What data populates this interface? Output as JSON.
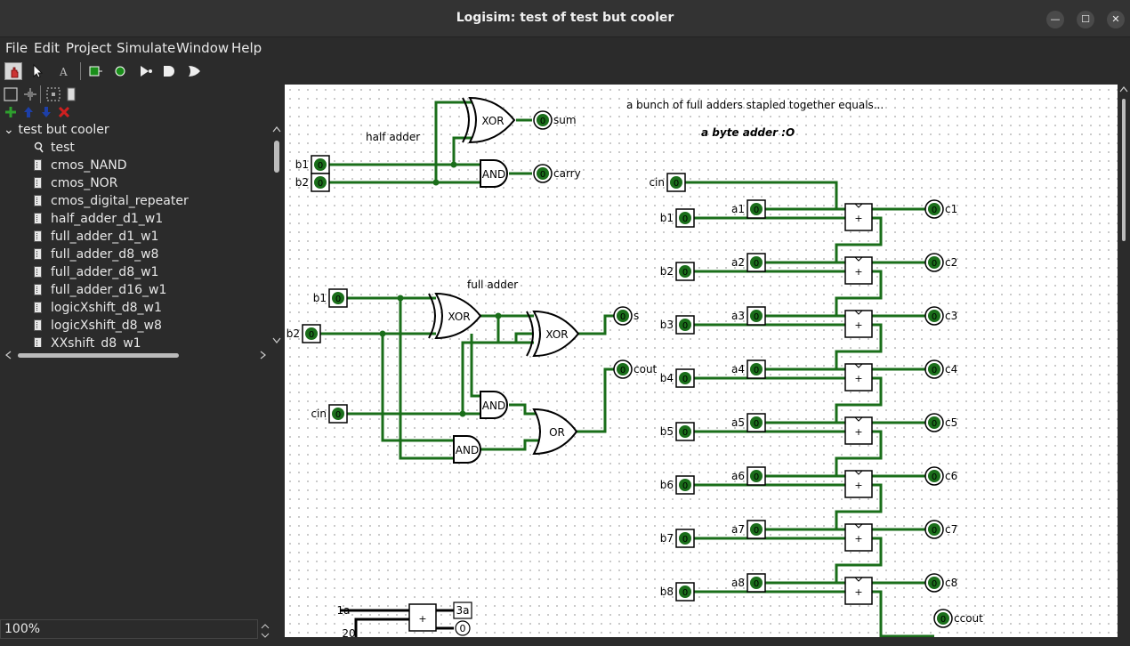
{
  "window": {
    "title": "Logisim: test of test but cooler",
    "minimize": "—",
    "maximize": "☐",
    "close": "✕"
  },
  "menu": [
    "File",
    "Edit",
    "Project",
    "Simulate",
    "Window",
    "Help"
  ],
  "tree": {
    "root": "test but cooler",
    "items": [
      "test",
      "cmos_NAND",
      "cmos_NOR",
      "cmos_digital_repeater",
      "half_adder_d1_w1",
      "full_adder_d1_w1",
      "full_adder_d8_w8",
      "full_adder_d8_w1",
      "full_adder_d16_w1",
      "logicXshift_d8_w1",
      "logicXshift_d8_w8",
      "XXshift_d8_w1"
    ]
  },
  "zoom": "100%",
  "colors": {
    "wire": "#1a6e1a",
    "background": "#2b2b2b",
    "canvas": "#ffffff"
  },
  "canvas": {
    "headline": "a bunch of full adders stapled together equals...",
    "subheadline": "a byte adder :O",
    "half_adder_label": "half adder",
    "full_adder_label": "full adder",
    "gate_labels": {
      "xor": "XOR",
      "and": "AND",
      "or": "OR"
    },
    "pin_value": "0",
    "half_inputs": [
      "b1",
      "b2"
    ],
    "half_outputs": [
      "sum",
      "carry"
    ],
    "full_inputs": [
      "b1",
      "b2",
      "cin"
    ],
    "full_outputs": [
      "s",
      "cout"
    ],
    "byte_cin": "cin",
    "byte_b": [
      "b1",
      "b2",
      "b3",
      "b4",
      "b5",
      "b6",
      "b7",
      "b8"
    ],
    "byte_a": [
      "a1",
      "a2",
      "a3",
      "a4",
      "a5",
      "a6",
      "a7",
      "a8"
    ],
    "byte_c": [
      "c1",
      "c2",
      "c3",
      "c4",
      "c5",
      "c6",
      "c7",
      "c8"
    ],
    "byte_cout": "ccout",
    "adder_symbol": "+",
    "bottom_labels": {
      "in1": "1a",
      "in2": "20",
      "out1": "3a",
      "out2": "0"
    }
  }
}
